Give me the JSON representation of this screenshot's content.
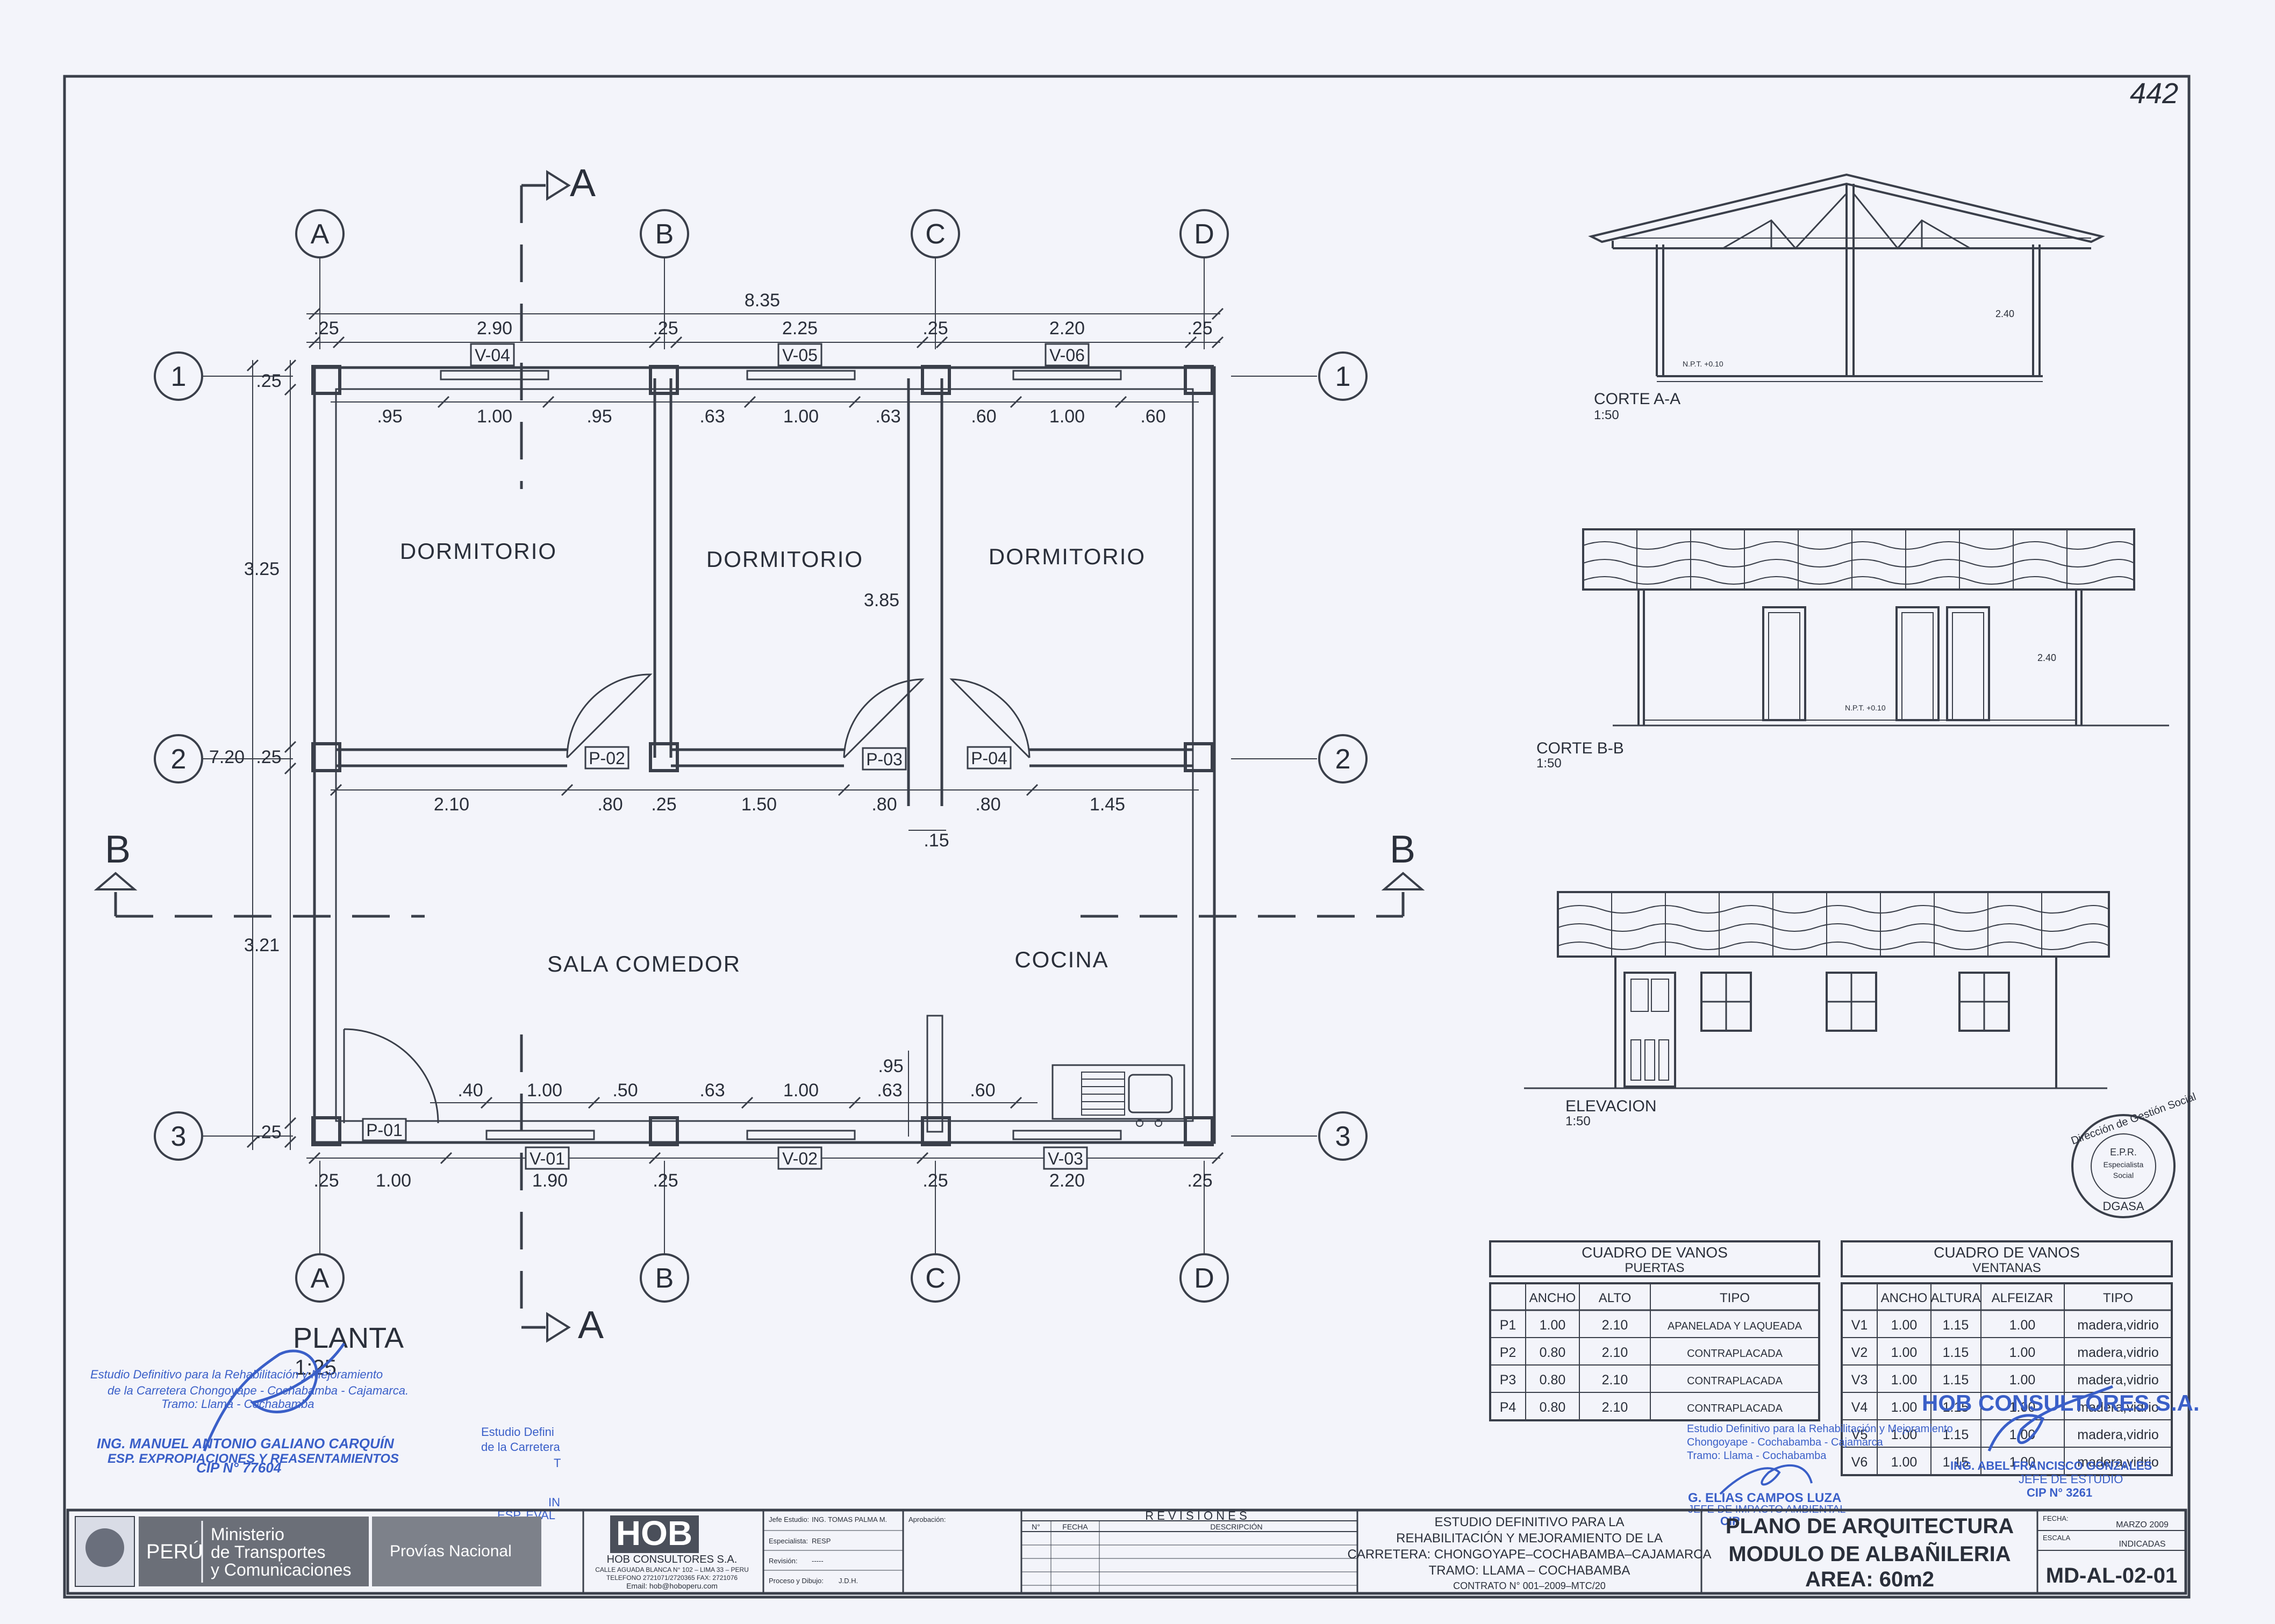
{
  "sheet_number": "442",
  "plan": {
    "title": "PLANTA",
    "scale": "1:25",
    "rooms": [
      "DORMITORIO",
      "DORMITORIO",
      "DORMITORIO",
      "SALA COMEDOR",
      "COCINA"
    ],
    "axes_letters": [
      "A",
      "B",
      "C",
      "D"
    ],
    "axes_numbers": [
      "1",
      "2",
      "3"
    ],
    "section_labels": {
      "a": "A",
      "b": "B"
    },
    "overall_width": "8.35",
    "overall_depth": "7.20",
    "top_dims": [
      ".25",
      "2.90",
      ".25",
      "2.25",
      ".25",
      "2.20",
      ".25"
    ],
    "top_window_dims": [
      ".95",
      "1.00",
      ".95",
      ".63",
      "1.00",
      ".63",
      ".60",
      "1.00",
      ".60"
    ],
    "mid_dims": [
      "2.10",
      ".80",
      ".25",
      "1.50",
      ".80",
      ".80",
      "1.45"
    ],
    "mid_small_dim": ".15",
    "bottom_window_dims": [
      ".40",
      "1.00",
      ".50",
      ".63",
      "1.00",
      ".63",
      ".60"
    ],
    "kitchen_dim": ".95",
    "bottom_dims": [
      ".25",
      "1.00",
      "1.90",
      ".25",
      ".25",
      "2.20",
      ".25"
    ],
    "left_dims": [
      ".25",
      "3.25",
      ".25",
      "3.21",
      ".25"
    ],
    "interior_dim": "3.85",
    "windows_top": [
      "V-04",
      "V-05",
      "V-06"
    ],
    "windows_bottom": [
      "V-01",
      "V-02",
      "V-03"
    ],
    "doors": [
      "P-02",
      "P-03",
      "P-04",
      "P-01"
    ]
  },
  "sections": [
    {
      "title": "CORTE A-A",
      "scale": "1:50",
      "height": "2.40",
      "level": "N.P.T. +0.10"
    },
    {
      "title": "CORTE B-B",
      "scale": "1:50",
      "height": "2.40",
      "level": "N.P.T. +0.10"
    },
    {
      "title": "ELEVACION",
      "scale": "1:50"
    }
  ],
  "door_table": {
    "title": "CUADRO DE VANOS",
    "subtitle": "PUERTAS",
    "headers": [
      "",
      "ANCHO",
      "ALTO",
      "TIPO"
    ],
    "rows": [
      [
        "P1",
        "1.00",
        "2.10",
        "APANELADA Y LAQUEADA"
      ],
      [
        "P2",
        "0.80",
        "2.10",
        "CONTRAPLACADA"
      ],
      [
        "P3",
        "0.80",
        "2.10",
        "CONTRAPLACADA"
      ],
      [
        "P4",
        "0.80",
        "2.10",
        "CONTRAPLACADA"
      ]
    ]
  },
  "window_table": {
    "title": "CUADRO DE VANOS",
    "subtitle": "VENTANAS",
    "headers": [
      "",
      "ANCHO",
      "ALTURA",
      "ALFEIZAR",
      "TIPO"
    ],
    "rows": [
      [
        "V1",
        "1.00",
        "1.15",
        "1.00",
        "madera,vidrio"
      ],
      [
        "V2",
        "1.00",
        "1.15",
        "1.00",
        "madera,vidrio"
      ],
      [
        "V3",
        "1.00",
        "1.15",
        "1.00",
        "madera,vidrio"
      ],
      [
        "V4",
        "1.00",
        "1.15",
        "1.00",
        "madera,vidrio"
      ],
      [
        "V5",
        "1.00",
        "1.15",
        "1.00",
        "madera,vidrio"
      ],
      [
        "V6",
        "1.00",
        "1.15",
        "1.00",
        "madera,vidrio"
      ]
    ]
  },
  "stamps": {
    "left": [
      "Estudio Definitivo para la Rehabilitación y Mejoramiento",
      "de la Carretera Chongoyape - Cochabamba - Cajamarca.",
      "Tramo: Llama - Cochabamba"
    ],
    "left_name": [
      "ING. MANUEL ANTONIO GALIANO CARQUÍN",
      "ESP. EXPROPIACIONES Y REASENTAMIENTOS",
      "CIP N° 77604"
    ],
    "middle": [
      "Estudio Defini",
      "de la Carretera",
      "T",
      "IN",
      "ESP. EVAL"
    ],
    "seal": [
      "Dirección de Gestión Social",
      "E.P.R.",
      "Especialista",
      "Social",
      "DGASA"
    ],
    "company": "HOB CONSULTORES S.A.",
    "right_lines": [
      "Estudio Definitivo para la Rehabilitación y Mejoramiento",
      "Chongoyape - Cochabamba - Cajamarca",
      "Tramo: Llama - Cochabamba"
    ],
    "right_name": [
      "G. ELIAS CAMPOS LUZA",
      "JEFE DE IMPACTO AMBIENTAL",
      "CIP"
    ],
    "chief": [
      "ING. ABEL FRANCISCO GONZALES",
      "JEFE DE ESTUDIO",
      "CIP N° 3261"
    ]
  },
  "title_block": {
    "country": "PERÚ",
    "ministry": [
      "Ministerio",
      "de Transportes",
      "y Comunicaciones"
    ],
    "agency": "Provías Nacional",
    "logo": "HOB",
    "company": "HOB CONSULTORES S.A.",
    "company_address": [
      "CALLE AGUADA BLANCA N° 102 – LIMA 33 – PERU",
      "TELEFONO 2721071/2720365 FAX: 2721076",
      "Email: hob@hoboperu.com"
    ],
    "roles": [
      {
        "label": "Jefe Estudio:",
        "value": "ING. TOMAS PALMA M."
      },
      {
        "label": "Especialista:",
        "value": "RESP"
      },
      {
        "label": "Revisión:",
        "value": "-----"
      },
      {
        "label": "Proceso y Dibujo:",
        "value": "J.D.H."
      }
    ],
    "approval_label": "Aprobación:",
    "revisions_title": "R E V I S I O N E S",
    "revisions_headers": [
      "N°",
      "FECHA",
      "DESCRIPCIÓN"
    ],
    "project": [
      "ESTUDIO DEFINITIVO PARA LA",
      "REHABILITACIÓN Y MEJORAMIENTO DE LA",
      "CARRETERA: CHONGOYAPE–COCHABAMBA–CAJAMARCA",
      "TRAMO: LLAMA – COCHABAMBA",
      "CONTRATO N° 001–2009–MTC/20"
    ],
    "drawing_title": [
      "PLANO DE ARQUITECTURA",
      "MODULO DE ALBAÑILERIA",
      "AREA: 60m2"
    ],
    "date_label": "FECHA:",
    "date": "MARZO 2009",
    "scale_label": "ESCALA",
    "scale": "INDICADAS",
    "code": "MD-AL-02-01"
  }
}
